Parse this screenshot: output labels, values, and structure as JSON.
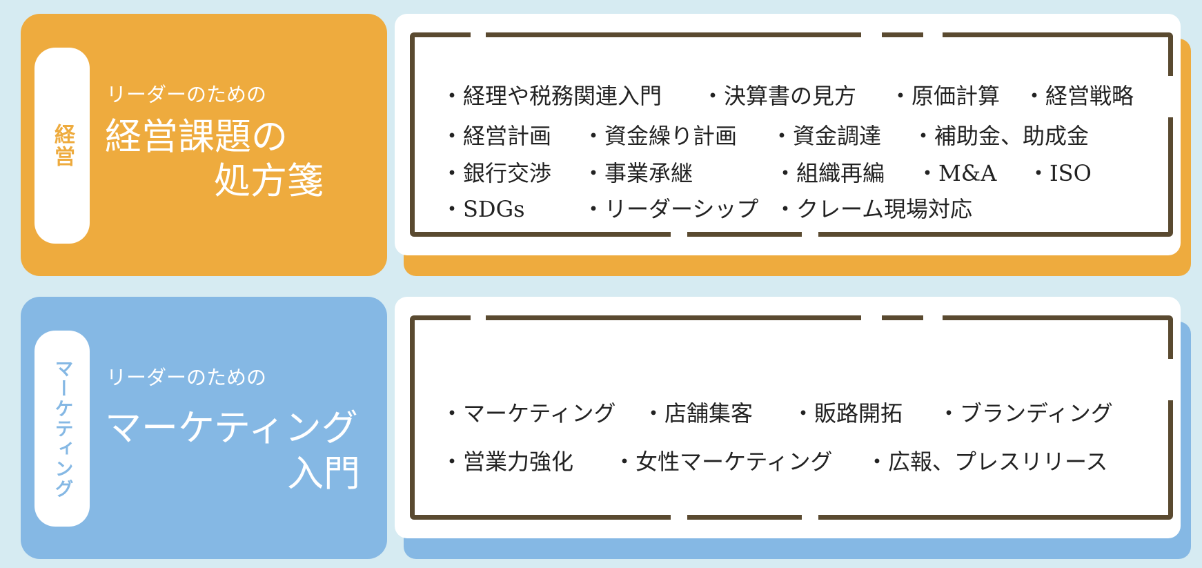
{
  "colors": {
    "background": "#d6ebf2",
    "management": "#eeab3e",
    "marketing": "#85b8e4",
    "frame": "#5a4a30"
  },
  "management": {
    "tag": "経営",
    "subtitle": "リーダーのための",
    "title_line1": "経営課題の",
    "title_line2": "処方箋",
    "topics": [
      [
        "・経理や税務関連入門",
        "・決算書の見方",
        "・原価計算",
        "・経営戦略"
      ],
      [
        "・経営計画",
        "・資金繰り計画",
        "・資金調達",
        "・補助金、助成金"
      ],
      [
        "・銀行交渉",
        "・事業承継",
        "・組織再編",
        "・M&A",
        "・ISO"
      ],
      [
        "・SDGs",
        "・リーダーシップ",
        "・クレーム現場対応"
      ]
    ]
  },
  "marketing": {
    "tag": "マーケティング",
    "subtitle": "リーダーのための",
    "title_line1": "マーケティング",
    "title_line2": "入門",
    "topics": [
      [
        "・マーケティング",
        "・店舗集客",
        "・販路開拓",
        "・ブランディング"
      ],
      [
        "・営業力強化",
        "・女性マーケティング",
        "・広報、プレスリリース"
      ]
    ]
  }
}
